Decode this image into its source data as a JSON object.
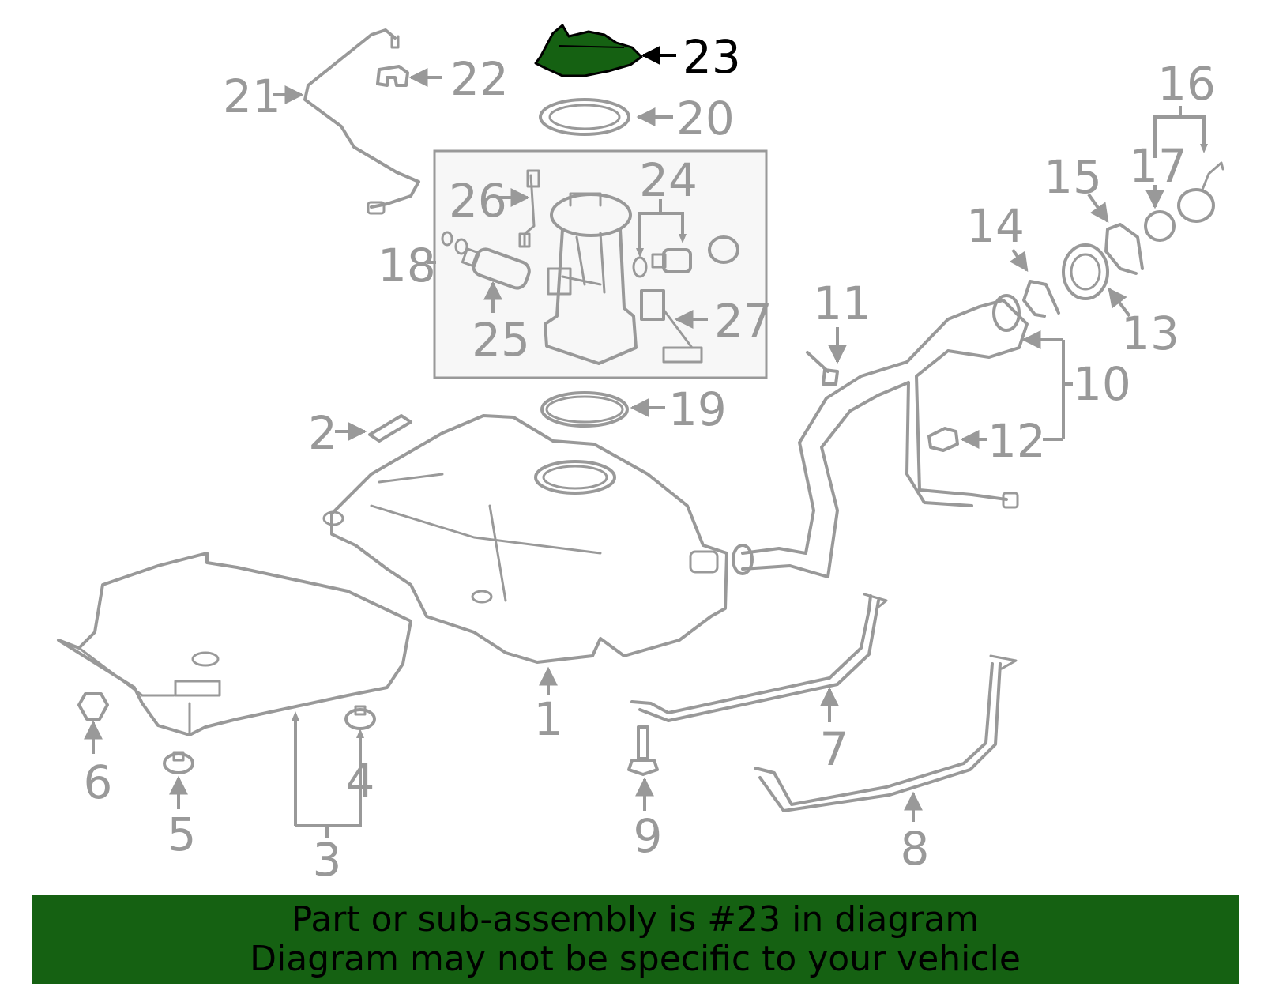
{
  "diagram": {
    "highlight_color": "#156112",
    "highlighted_part": "23",
    "callouts": [
      {
        "id": "1",
        "label": "1"
      },
      {
        "id": "2",
        "label": "2"
      },
      {
        "id": "3",
        "label": "3"
      },
      {
        "id": "4",
        "label": "4"
      },
      {
        "id": "5",
        "label": "5"
      },
      {
        "id": "6",
        "label": "6"
      },
      {
        "id": "7",
        "label": "7"
      },
      {
        "id": "8",
        "label": "8"
      },
      {
        "id": "9",
        "label": "9"
      },
      {
        "id": "10",
        "label": "10"
      },
      {
        "id": "11",
        "label": "11"
      },
      {
        "id": "12",
        "label": "12"
      },
      {
        "id": "13",
        "label": "13"
      },
      {
        "id": "14",
        "label": "14"
      },
      {
        "id": "15",
        "label": "15"
      },
      {
        "id": "16",
        "label": "16"
      },
      {
        "id": "17",
        "label": "17"
      },
      {
        "id": "18",
        "label": "18"
      },
      {
        "id": "19",
        "label": "19"
      },
      {
        "id": "20",
        "label": "20"
      },
      {
        "id": "21",
        "label": "21"
      },
      {
        "id": "22",
        "label": "22"
      },
      {
        "id": "23",
        "label": "23"
      },
      {
        "id": "24",
        "label": "24"
      },
      {
        "id": "25",
        "label": "25"
      },
      {
        "id": "26",
        "label": "26"
      },
      {
        "id": "27",
        "label": "27"
      }
    ]
  },
  "banner": {
    "background": "#156112",
    "line1": "Part or sub-assembly is #23 in diagram",
    "line2": "Diagram may not be specific to your vehicle"
  }
}
